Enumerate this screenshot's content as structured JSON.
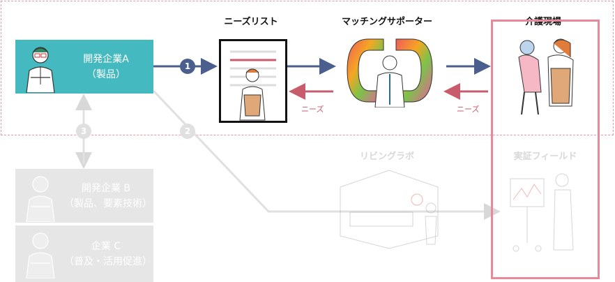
{
  "headings": {
    "needs_list": "ニーズリスト",
    "matching_supporter": "マッチングサポーター",
    "care_site": "介護現場",
    "living_lab": "リビングラボ",
    "field_test": "実証フィールド"
  },
  "companies": [
    {
      "line1": "開発企業A",
      "line2": "（製品）"
    },
    {
      "line1": "開発企業 B",
      "line2": "（製品、要素技術）"
    },
    {
      "line1": "企業 C",
      "line2": "（普及・活用促進）"
    }
  ],
  "needs_label": "ニーズ",
  "steps": [
    "1",
    "2",
    "3"
  ],
  "colors": {
    "teal": "#45b9c0",
    "navy_arrow": "#4a5f8e",
    "red_arrow": "#c95c6c",
    "pink_border": "#e8889a",
    "faded_gray": "#d8d8d8"
  }
}
